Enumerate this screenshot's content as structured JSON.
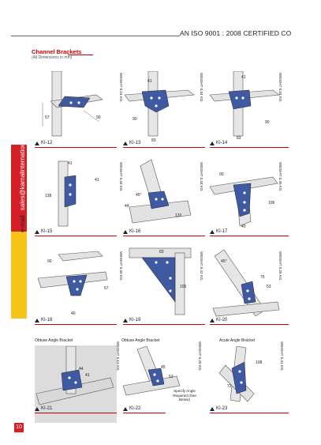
{
  "header": {
    "certification": "AN ISO 9001 : 2008 CERTIFIED CO"
  },
  "section": {
    "title": "Channel Brackets",
    "subtitle": "(All Dimensions in mm)"
  },
  "sidebar": {
    "email_label": "e-mail",
    "email": "sales@kamalinternational.in"
  },
  "page": {
    "number": "10"
  },
  "colors": {
    "accent": "#d51f26",
    "yellow": "#f7c21a",
    "bracket": "#3f5aa3",
    "steel": "#cfcfcf"
  },
  "items": [
    {
      "code": "KI-12",
      "weight": "WEIGHT 0.24 KG.",
      "dims": [
        "57",
        "90"
      ]
    },
    {
      "code": "KI-13",
      "weight": "WEIGHT 0.34 KG.",
      "dims": [
        "41",
        "90",
        "83"
      ]
    },
    {
      "code": "KI-14",
      "weight": "WEIGHT 0.34 KG.",
      "dims": [
        "41",
        "90",
        "83"
      ]
    },
    {
      "code": "KI-15",
      "weight": "WEIGHT 0.34 KG.",
      "dims": [
        "41",
        "41",
        "138"
      ]
    },
    {
      "code": "KI-16",
      "weight": "WEIGHT 0.34 KG.",
      "dims": [
        "45°",
        "44",
        "132"
      ]
    },
    {
      "code": "KI-17",
      "weight": "WEIGHT 0.45 KG.",
      "dims": [
        "90",
        "106",
        "40"
      ]
    },
    {
      "code": "KI-18",
      "weight": "WEIGHT 0.30 KG.",
      "dims": [
        "90",
        "57",
        "40"
      ]
    },
    {
      "code": "KI-19",
      "weight": "WEIGHT 0.42 KG.",
      "dims": [
        "83",
        "105"
      ]
    },
    {
      "code": "KI-20",
      "weight": "WEIGHT 0.25 KG.",
      "dims": [
        "45°",
        "75",
        "53"
      ]
    },
    {
      "code": "KI-21",
      "weight": "WEIGHT 0.13 KG.",
      "title": "Obtuse Angle Bracket",
      "dims": [
        "44",
        "41"
      ]
    },
    {
      "code": "KI-22",
      "weight": "WEIGHT 0.25 KG.",
      "title": "Obtuse Angle Bracket",
      "dims": [
        "45",
        "52"
      ],
      "note": "Specify Angle Required (See Below)"
    },
    {
      "code": "KI-23",
      "weight": "WEIGHT 0.31 KG.",
      "title": "Acute Angle Bracket",
      "dims": [
        "108",
        "72"
      ]
    }
  ]
}
